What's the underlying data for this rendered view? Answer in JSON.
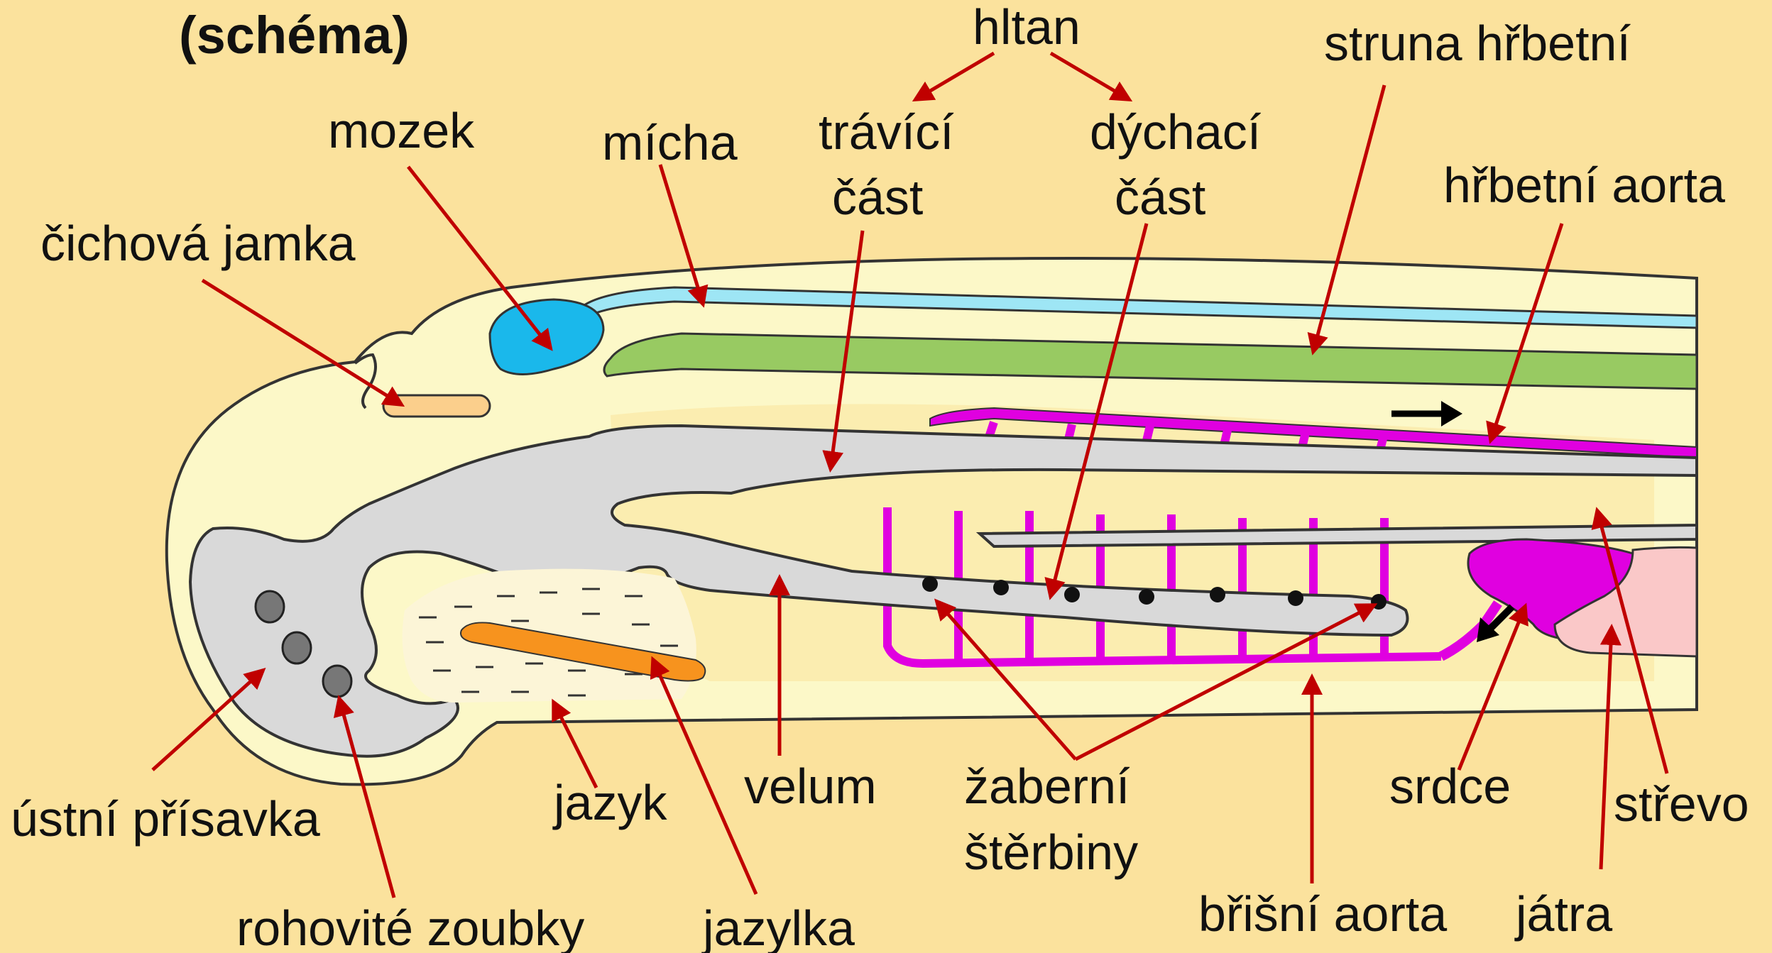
{
  "title": "(schéma)",
  "colors": {
    "background": "#FBE29D",
    "body": "#FCF8C8",
    "outline": "#333333",
    "spinal_cord": "#9EE6F5",
    "brain": "#1AB8EB",
    "notochord": "#98CA62",
    "pharynx": "#D9D9D9",
    "tongue_cartilage": "#F7931E",
    "vessels": "#E000E0",
    "liver": "#FAC8C8",
    "olfactory_pit": "#FBCF8C",
    "arrows": "#C00000"
  },
  "labels": {
    "hltan": "hltan",
    "travici_1": "trávící",
    "travici_2": "část",
    "dychaci_1": "dýchací",
    "dychaci_2": "část",
    "struna": "struna hřbetní",
    "mozek": "mozek",
    "micha": "mícha",
    "aorta_hrbetni": "hřbetní aorta",
    "cichova": "čichová jamka",
    "ustni": "ústní přísavka",
    "zoubky": "rohovité zoubky",
    "jazyk": "jazyk",
    "jazylka": "jazylka",
    "velum": "velum",
    "zaberni_1": "žaberní",
    "zaberni_2": "štěrbiny",
    "aorta_bris": "břišní aorta",
    "srdce": "srdce",
    "strevo": "střevo",
    "jatra": "játra"
  }
}
